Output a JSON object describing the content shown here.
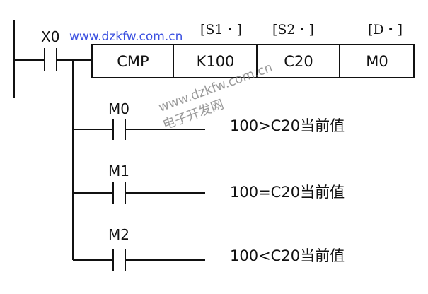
{
  "instruction": {
    "mnemonic": "CMP",
    "s1": "K100",
    "s2": "C20",
    "d": "M0"
  },
  "operand_labels": {
    "s1": "[S1・]",
    "s2": "[S2・]",
    "d": "[D・]"
  },
  "input_contact": "X0",
  "branches": [
    {
      "contact": "M0",
      "description": "100>C20当前值"
    },
    {
      "contact": "M1",
      "description": "100=C20当前值"
    },
    {
      "contact": "M2",
      "description": "100<C20当前值"
    }
  ],
  "watermark": {
    "url": "www.dzkfw.com.cn",
    "name": "电子开发网"
  }
}
